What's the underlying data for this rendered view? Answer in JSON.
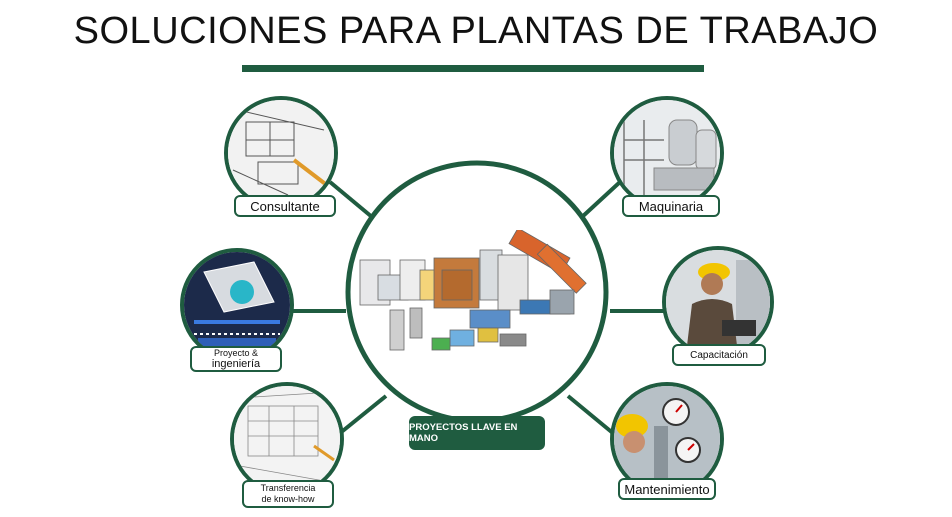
{
  "title": "SOLUCIONES PARA PLANTAS DE TRABAJO",
  "colors": {
    "accent": "#1f5c40",
    "text": "#111111",
    "background": "#ffffff"
  },
  "center": {
    "label": "PROYECTOS LLAVE EN MANO"
  },
  "nodes": [
    {
      "id": "consultante",
      "label": "Consultante",
      "image": "drawing-plans-with-pencil"
    },
    {
      "id": "maquinaria",
      "label": "Maquinaria",
      "image": "industrial-machinery"
    },
    {
      "id": "proyecto",
      "label_line1": "Proyecto &",
      "label_line2": "ingeniería",
      "image": "engineering-3d-cad-model"
    },
    {
      "id": "capacitacion",
      "label": "Capacitación",
      "image": "worker-with-hard-hat-at-laptop"
    },
    {
      "id": "transferencia",
      "label_line1": "Transferencia",
      "label_line2": "de know-how",
      "image": "technical-blueprints"
    },
    {
      "id": "mantenimiento",
      "label": "Mantenimiento",
      "image": "worker-checking-gauges"
    }
  ]
}
